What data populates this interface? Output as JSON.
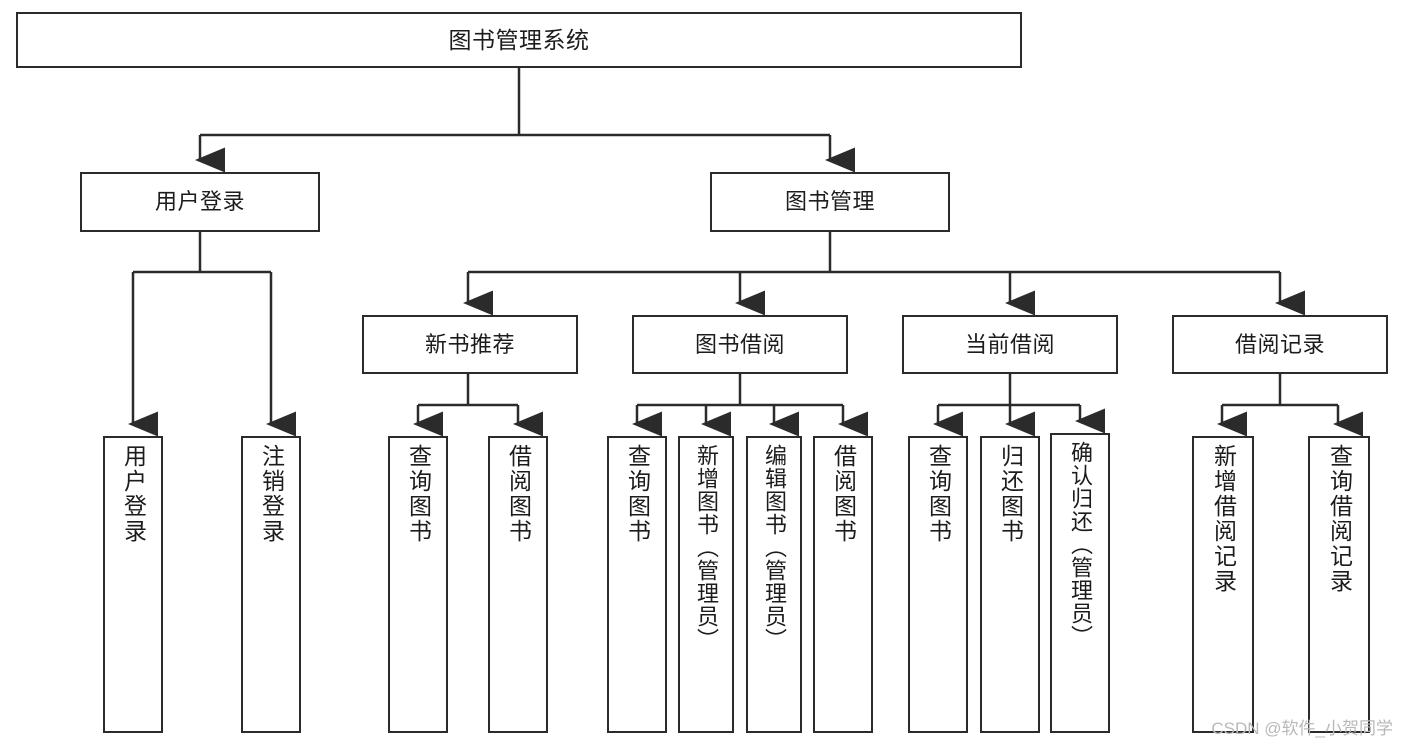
{
  "diagram": {
    "title": "图书管理系统",
    "type": "tree-hierarchy",
    "watermark": "CSDN @软件_小贺同学",
    "colors": {
      "border": "#2b2b2b",
      "background": "#ffffff",
      "text": "#1c1c1c",
      "connector": "#2b2b2b",
      "watermark": "#b9b9b9"
    },
    "root": {
      "label": "图书管理系统"
    },
    "level2": [
      {
        "label": "用户登录"
      },
      {
        "label": "图书管理"
      }
    ],
    "level3": [
      {
        "label": "新书推荐"
      },
      {
        "label": "图书借阅"
      },
      {
        "label": "当前借阅"
      },
      {
        "label": "借阅记录"
      }
    ],
    "leaves": {
      "user_login": [
        {
          "label": "用户登录"
        },
        {
          "label": "注销登录"
        }
      ],
      "new_book_recommend": [
        {
          "label": "查询图书"
        },
        {
          "label": "借阅图书"
        }
      ],
      "book_borrow": [
        {
          "label": "查询图书"
        },
        {
          "label": "新增图书（管理员）"
        },
        {
          "label": "编辑图书（管理员）"
        },
        {
          "label": "借阅图书"
        }
      ],
      "current_borrow": [
        {
          "label": "查询图书"
        },
        {
          "label": "归还图书"
        },
        {
          "label": "确认归还（管理员）"
        }
      ],
      "borrow_record": [
        {
          "label": "新增借阅记录"
        },
        {
          "label": "查询借阅记录"
        }
      ]
    }
  }
}
